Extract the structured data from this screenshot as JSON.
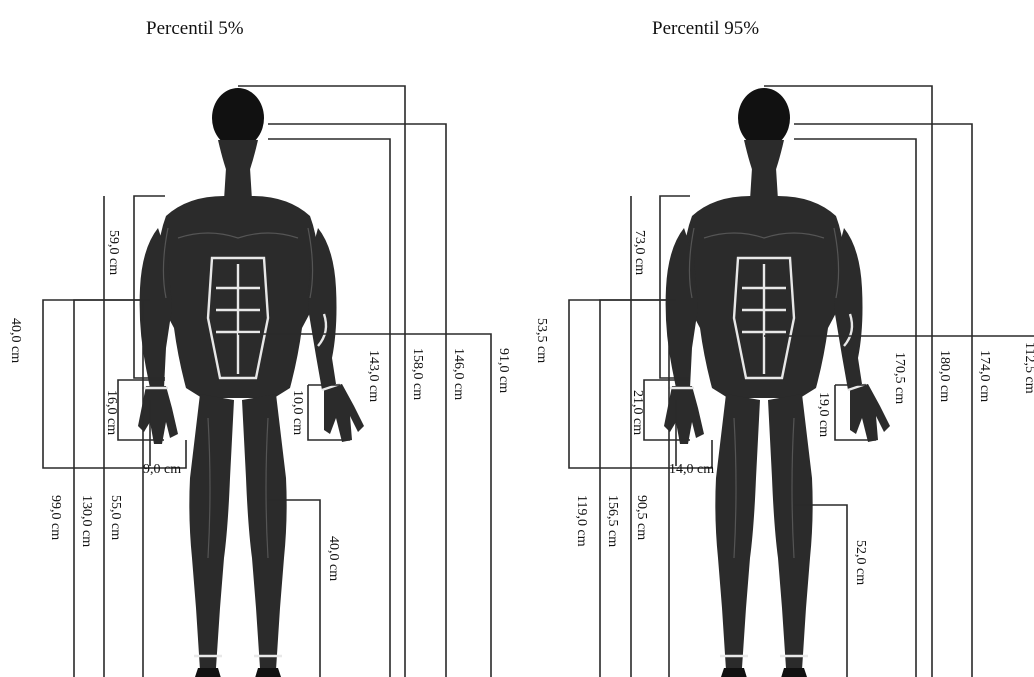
{
  "panels": [
    {
      "title": "Percentil 5%",
      "labels": {
        "shoulder_to_elbow": "59,0 cm",
        "forearm_span": "40,0 cm",
        "hand_length": "16,0 cm",
        "hand_width": "9,0 cm",
        "hip_height": "99,0 cm",
        "shoulder_height": "130,0 cm",
        "knee_height": "55,0 cm",
        "eye_height": "143,0 cm",
        "stature": "158,0 cm",
        "head_height": "146,0 cm",
        "waist_height": "91,0 cm",
        "palm_length": "10,0 cm",
        "lower_leg": "40,0 cm"
      }
    },
    {
      "title": "Percentil 95%",
      "labels": {
        "shoulder_to_elbow": "73,0 cm",
        "forearm_span": "53,5 cm",
        "hand_length": "21,0 cm",
        "hand_width": "14,0 cm",
        "hip_height": "119,0 cm",
        "shoulder_height": "156,5 cm",
        "knee_height": "90,5 cm",
        "eye_height": "170,5 cm",
        "stature": "180,0 cm",
        "head_height": "174,0 cm",
        "waist_height": "112,5 cm",
        "palm_length": "19,0 cm",
        "lower_leg": "52,0 cm"
      }
    }
  ]
}
